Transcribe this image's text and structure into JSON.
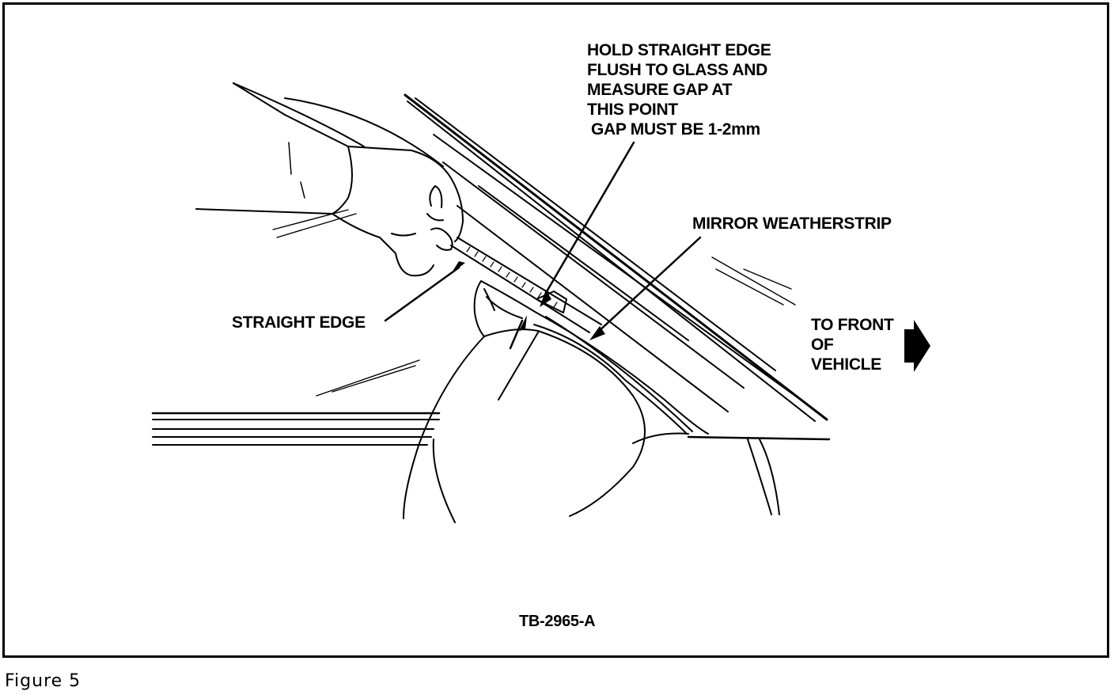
{
  "figure": {
    "caption": "Figure 5",
    "drawing_number": "TB-2965-A"
  },
  "callouts": {
    "gap_instruction": [
      "HOLD STRAIGHT EDGE",
      "FLUSH TO GLASS AND",
      "MEASURE GAP AT",
      "THIS POINT",
      "GAP MUST BE 1-2mm"
    ],
    "mirror_weatherstrip": "MIRROR WEATHERSTRIP",
    "straight_edge": "STRAIGHT EDGE",
    "direction": [
      "TO FRONT",
      "OF",
      "VEHICLE"
    ]
  },
  "icons": {
    "direction_arrow": "right-arrow-icon"
  }
}
